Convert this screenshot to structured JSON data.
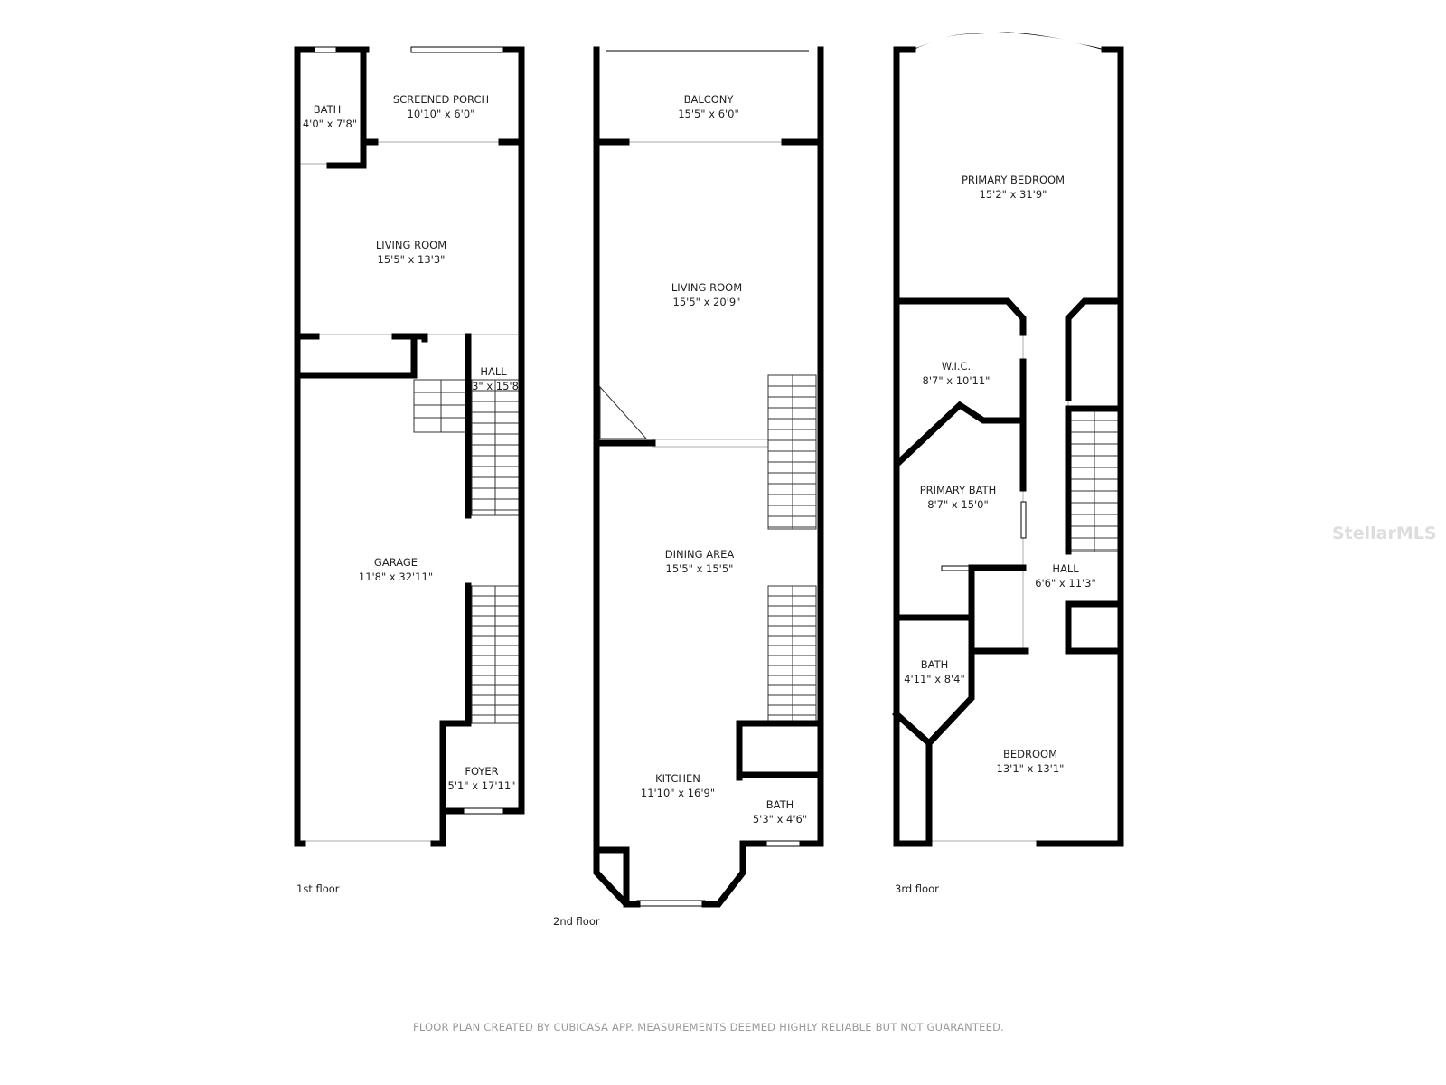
{
  "floors": [
    {
      "label": "1st floor",
      "rooms": [
        {
          "name": "BATH",
          "size": "4'0\" x 7'8\""
        },
        {
          "name": "SCREENED PORCH",
          "size": "10'10\" x 6'0\""
        },
        {
          "name": "LIVING ROOM",
          "size": "15'5\" x 13'3\""
        },
        {
          "name": "HALL",
          "size": "3\" x 15'8"
        },
        {
          "name": "GARAGE",
          "size": "11'8\" x 32'11\""
        },
        {
          "name": "FOYER",
          "size": "5'1\" x 17'11\""
        }
      ]
    },
    {
      "label": "2nd floor",
      "rooms": [
        {
          "name": "BALCONY",
          "size": "15'5\" x 6'0\""
        },
        {
          "name": "LIVING ROOM",
          "size": "15'5\" x 20'9\""
        },
        {
          "name": "DINING AREA",
          "size": "15'5\" x 15'5\""
        },
        {
          "name": "KITCHEN",
          "size": "11'10\" x 16'9\""
        },
        {
          "name": "BATH",
          "size": "5'3\" x 4'6\""
        }
      ]
    },
    {
      "label": "3rd floor",
      "rooms": [
        {
          "name": "PRIMARY BEDROOM",
          "size": "15'2\" x 31'9\""
        },
        {
          "name": "W.I.C.",
          "size": "8'7\" x 10'11\""
        },
        {
          "name": "PRIMARY BATH",
          "size": "8'7\" x 15'0\""
        },
        {
          "name": "HALL",
          "size": "6'6\" x 11'3\""
        },
        {
          "name": "BATH",
          "size": "4'11\" x 8'4\""
        },
        {
          "name": "BEDROOM",
          "size": "13'1\" x 13'1\""
        }
      ]
    }
  ],
  "footer": "FLOOR PLAN CREATED BY CUBICASA APP. MEASUREMENTS DEEMED HIGHLY RELIABLE BUT NOT GUARANTEED.",
  "watermark": "StellarMLS"
}
